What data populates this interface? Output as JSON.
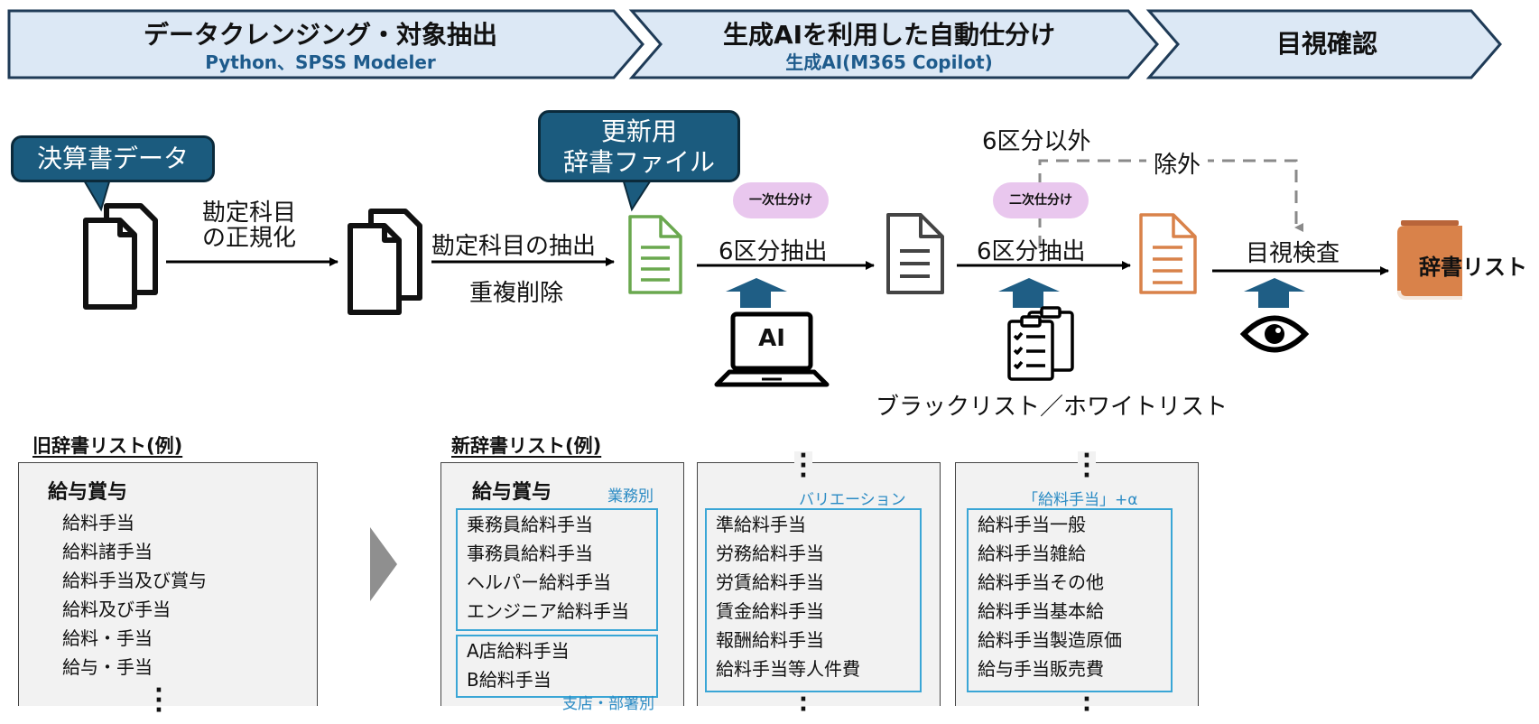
{
  "phases": [
    {
      "title": "データクレンジング・対象抽出",
      "sub": "Python、SPSS Modeler"
    },
    {
      "title": "生成AIを利用した自動仕分け",
      "sub": "生成AI(M365 Copilot)"
    },
    {
      "title": "目視確認",
      "sub": ""
    }
  ],
  "callouts": {
    "input": "決算書データ",
    "dict_line1": "更新用",
    "dict_line2": "辞書ファイル"
  },
  "steps": {
    "normalize_l1": "勘定科目",
    "normalize_l2": "の正規化",
    "extract": "勘定科目の抽出",
    "dedupe": "重複削除",
    "first_pill": "一次仕分け",
    "first_extract": "6区分抽出",
    "ai_label": "AI",
    "second_pill": "二次仕分け",
    "second_extract": "6区分抽出",
    "other_label": "6区分以外",
    "exclude_label": "除外",
    "list_label": "ブラックリスト／ホワイトリスト",
    "visual_check": "目視検査",
    "dict_list": "辞書リスト"
  },
  "old_dict": {
    "title": "旧辞書リスト(例)",
    "group": "給与賞与",
    "items": [
      "給料手当",
      "給料諸手当",
      "給料手当及び賞与",
      "給料及び手当",
      "給料・手当",
      "給与・手当"
    ]
  },
  "new_dict": {
    "title": "新辞書リスト(例)",
    "group": "給与賞与",
    "col1_tag": "業務別",
    "col1_box1": [
      "乗務員給料手当",
      "事務員給料手当",
      "ヘルパー給料手当",
      "エンジニア給料手当"
    ],
    "col1_box2": [
      "A店給料手当",
      "B給料手当"
    ],
    "col1_bottom_tag": "支店・部署別",
    "col2_tag": "バリエーション",
    "col2_items": [
      "準給料手当",
      "労務給料手当",
      "労賃給料手当",
      "賃金給料手当",
      "報酬給料手当",
      "給料手当等人件費"
    ],
    "col3_tag": "「給料手当」+α",
    "col3_items": [
      "給料手当一般",
      "給料手当雑給",
      "給料手当その他",
      "給料手当基本給",
      "給料手当製造原価",
      "給与手当販売費"
    ]
  },
  "colors": {
    "chevron_fill": "#dce8f5",
    "chevron_stroke": "#1f3b57",
    "callout": "#1b5b7e",
    "green_doc": "#6aa84f",
    "orange_doc": "#d9824a",
    "upload_arrow": "#1f5e85",
    "pill": "#e9c7ee",
    "box": "#3aa6d6"
  }
}
